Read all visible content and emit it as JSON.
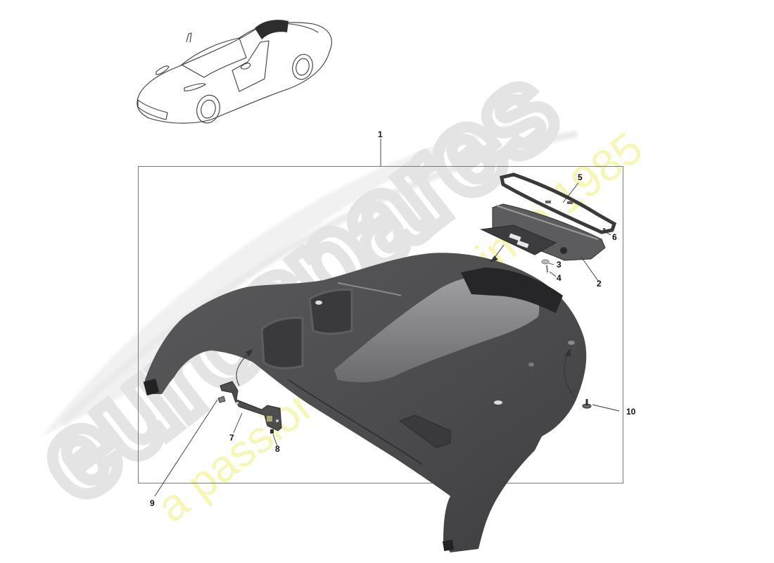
{
  "diagram": {
    "type": "exploded-parts-diagram",
    "subject": "Rear parcel shelf / trim panel assembly",
    "colors": {
      "part_dark": "#4a4a4c",
      "part_mid": "#6b6b6d",
      "part_light": "#9a9a9c",
      "frame_line": "#7a7a7a",
      "leader_line": "#333333",
      "watermark_logo": "#e9e9e9",
      "watermark_tagline": "#f4f4a0"
    },
    "callouts": [
      {
        "id": "1",
        "label": "1",
        "part": "main trim panel"
      },
      {
        "id": "2",
        "label": "2",
        "part": "vent housing"
      },
      {
        "id": "3",
        "label": "3",
        "part": "washer"
      },
      {
        "id": "4",
        "label": "4",
        "part": "screw"
      },
      {
        "id": "5",
        "label": "5",
        "part": "vent surround frame"
      },
      {
        "id": "6",
        "label": "6",
        "part": "clip"
      },
      {
        "id": "7",
        "label": "7",
        "part": "bracket"
      },
      {
        "id": "8",
        "label": "8",
        "part": "bolt"
      },
      {
        "id": "9",
        "label": "9",
        "part": "clip"
      },
      {
        "id": "10",
        "label": "10",
        "part": "push fastener"
      }
    ]
  },
  "watermark": {
    "logo": "eurospares",
    "tagline": "a passion for parts since 1985"
  }
}
